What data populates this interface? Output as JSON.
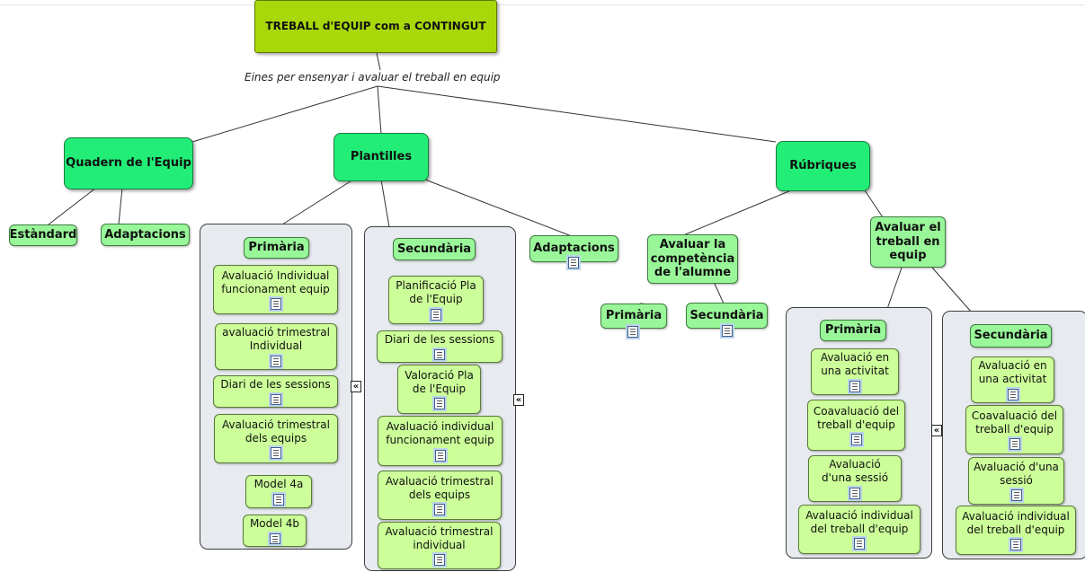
{
  "root": "TREBALL d'EQUIP com a CONTINGUT",
  "linking_phrase": "Eines per ensenyar i avaluar el treball en equip",
  "branches": {
    "quadern": {
      "label": "Quadern de l'Equip",
      "children": [
        "Estàndard",
        "Adaptacions"
      ]
    },
    "plantilles": {
      "label": "Plantilles",
      "primaria": {
        "label": "Primària",
        "items": [
          "Avaluació Individual funcionament equip",
          "avaluació trimestral Individual",
          "Diari de les sessions",
          "Avaluació trimestral dels equips",
          "Model 4a",
          "Model 4b"
        ]
      },
      "secundaria": {
        "label": "Secundària",
        "items": [
          "Planificació Pla de l'Equip",
          "Diari de les sessions",
          "Valoració Pla de l'Equip",
          "Avaluació individual funcionament equip",
          "Avaluació trimestral dels equips",
          "Avaluació trimestral individual"
        ]
      },
      "adaptacions": "Adaptacions"
    },
    "rubriques": {
      "label": "Rúbriques",
      "competencia": {
        "label": "Avaluar la competència de l'alumne",
        "children": [
          "Primària",
          "Secundària"
        ]
      },
      "treball": {
        "label": "Avaluar el treball en equip",
        "primaria": {
          "label": "Primària",
          "items": [
            "Avaluació en una activitat",
            "Coavaluació del treball d'equip",
            "Avaluació d'una sessió",
            "Avaluació individual del treball d'equip"
          ]
        },
        "secundaria": {
          "label": "Secundària",
          "items": [
            "Avaluació en una activitat",
            "Coavaluació del treball d'equip",
            "Avaluació d'una sessió",
            "Avaluació individual del treball d'equip"
          ]
        }
      }
    }
  },
  "collapse_symbol": "«",
  "icons": {
    "resource": "document-icon",
    "collapse": "collapse-icon"
  },
  "colors": {
    "root": "#a8d80a",
    "main": "#22ee77",
    "sub": "#99f799",
    "leaf": "#ccff99",
    "panel": "#e7ebef"
  }
}
